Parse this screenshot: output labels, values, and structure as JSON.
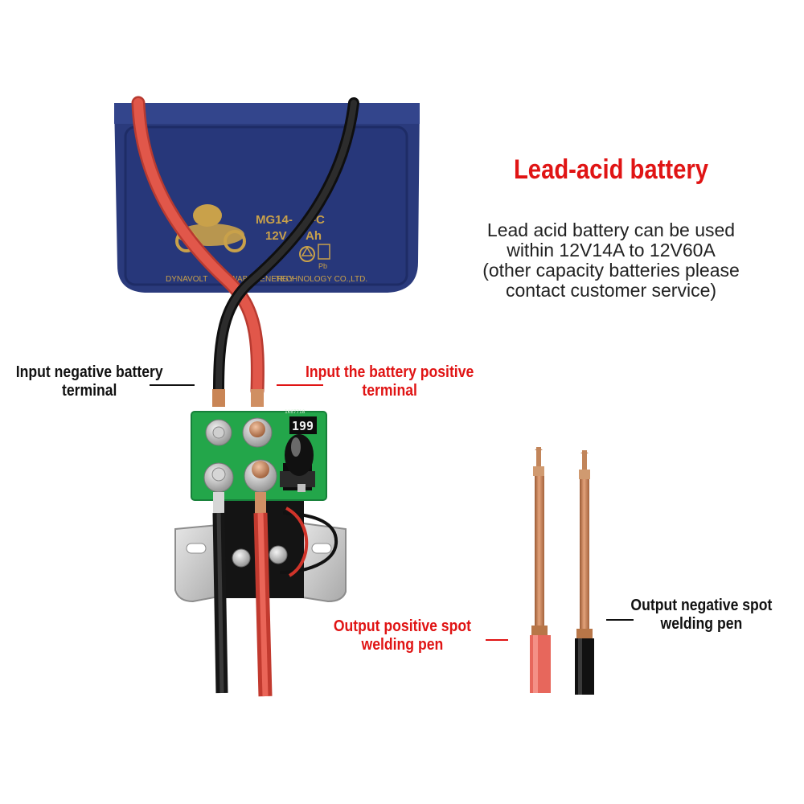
{
  "battery": {
    "heading": "Lead-acid battery",
    "description_lines": [
      "Lead acid battery can be used",
      "within 12V14A to 12V60A",
      "(other capacity batteries please",
      "contact customer service)"
    ],
    "case_model": "MG14-",
    "case_model_tail": "S-C",
    "case_rating": "12V",
    "case_rating_tail": "Ah",
    "case_brand": "DYNAVOLT",
    "case_maker_tail": "NEWABLE ENERGY",
    "case_maker_end": "TECHNOLOGY CO.,LTD.",
    "case_pb": "Pb"
  },
  "board": {
    "display_digits": "199",
    "silk_code": "1K67718"
  },
  "labels": {
    "input_negative": [
      "Input negative battery",
      "terminal"
    ],
    "input_positive": [
      "Input the battery positive",
      "terminal"
    ],
    "output_positive": [
      "Output positive spot",
      "welding pen"
    ],
    "output_negative": [
      "Output negative spot",
      "welding pen"
    ]
  },
  "colors": {
    "title_red": "#e01414",
    "battery_blue": "#28387a",
    "pcb_green": "#23a64a",
    "cable_red": "#e14b3f",
    "cable_black": "#1b1b1b",
    "copper": "#c98555"
  }
}
